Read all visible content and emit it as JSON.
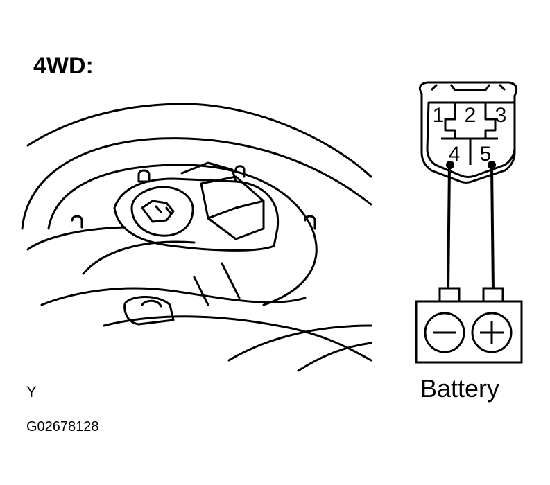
{
  "title": "4WD:",
  "side_marker": "Y",
  "figure_code": "G02678128",
  "connector": {
    "pins": [
      "1",
      "2",
      "3",
      "4",
      "5"
    ]
  },
  "battery": {
    "label": "Battery",
    "negative_symbol": "−",
    "positive_symbol": "+"
  }
}
